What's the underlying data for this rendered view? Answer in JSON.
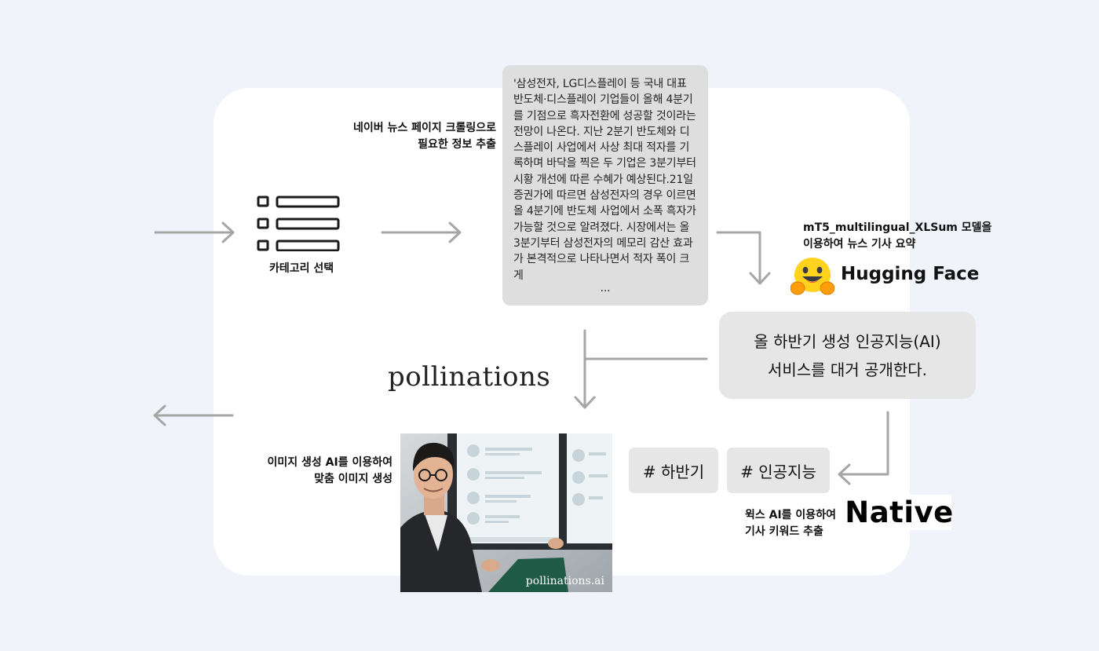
{
  "category": {
    "icon": "list-icon",
    "label": "카테고리 선택"
  },
  "crawl": {
    "line1": "네이버 뉴스 페이지 크롤링으로",
    "line2": "필요한 정보 추출"
  },
  "article": {
    "text": "'삼성전자, LG디스플레이 등 국내 대표 반도체·디스플레이 기업들이 올해 4분기를 기점으로 흑자전환에 성공할 것이라는 전망이 나온다. 지난 2분기 반도체와 디스플레이 사업에서 사상 최대 적자를 기록하며 바닥을 찍은 두 기업은 3분기부터 시황 개선에 따른 수혜가 예상된다.21일 증권가에 따르면 삼성전자의 경우 이르면 올 4분기에 반도체 사업에서 소폭 흑자가 가능할 것으로 알려졌다. 시장에서는 올 3분기부터 삼성전자의 메모리 감산 효과가 본격적으로 나타나면서 적자 폭이 크게",
    "ellipsis": "..."
  },
  "summarize": {
    "line1": "mT5_multilingual_XLSum 모델을",
    "line2": "이용하여 뉴스 기사 요약",
    "brand": "Hugging Face",
    "brand_icon": "hugging-face-emoji-icon"
  },
  "summary": {
    "line1": "올 하반기 생성 인공지능(AI)",
    "line2": "서비스를 대거 공개한다."
  },
  "keywords": {
    "tags": [
      "# 하반기",
      "# 인공지능"
    ],
    "line1": "윅스 AI를 이용하여",
    "line2": "기사 키워드 추출",
    "brand": "Native"
  },
  "image_gen": {
    "brand": "pollinations",
    "line1": "이미지 생성 AI를 이용하여",
    "line2": "맞춤 이미지 생성",
    "watermark": "pollinations.ai"
  },
  "colors": {
    "background": "#f0f3f9",
    "card": "#ffffff",
    "arrow": "#a6a6a6",
    "bubble": "#e6e6e6"
  }
}
